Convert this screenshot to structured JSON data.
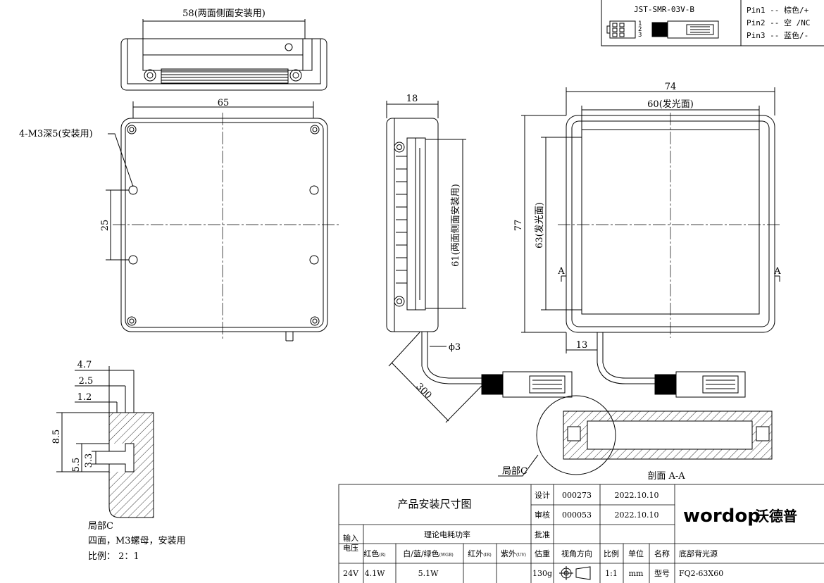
{
  "connector": {
    "model": "JST-SMR-03V-B",
    "pin_numbers": [
      "1",
      "2",
      "3"
    ],
    "pins": [
      "Pin1 -- 棕色/+",
      "Pin2 -- 空 /NC",
      "Pin3 -- 蓝色/-"
    ]
  },
  "dimensions": {
    "top_width": "58(两面侧面安装用)",
    "front_width": "65",
    "hole_spacing": "25",
    "mount_holes": "4-M3深5(安装用)",
    "side_thickness": "18",
    "side_length": "61(两面侧面安装用)",
    "cable_dia": "ϕ3",
    "cable_length": "300",
    "back_width": "74",
    "emit_width": "60(发光面)",
    "back_height": "77",
    "emit_height": "63(发光面)",
    "cable_offset": "13",
    "section_mark": "A",
    "detail_c": [
      "4.7",
      "2.5",
      "1.2",
      "8.5",
      "5.5",
      "3.3"
    ]
  },
  "labels": {
    "detail_label": "局部C",
    "section_label": "剖面 A-A",
    "notes": [
      "局部C",
      "四面，M3螺母，安装用",
      "比例： 2：1"
    ]
  },
  "title_block": {
    "title": "产品安装尺寸图",
    "design_label": "设计",
    "design_no": "000273",
    "design_date": "2022.10.10",
    "review_label": "审核",
    "review_no": "000053",
    "review_date": "2022.10.10",
    "approve_label": "批准",
    "input_label_1": "输入",
    "input_label_2": "电压",
    "power_header": "理论电耗功率",
    "col_red": "红色",
    "col_red_sub": "(R)",
    "col_white": "白/蓝/绿色",
    "col_white_sub": "(WGB)",
    "col_ir": "红外",
    "col_ir_sub": "(IR)",
    "col_uv": "紫外",
    "col_uv_sub": "(UV)",
    "weight_label": "估重",
    "view_label": "视角方向",
    "scale_label": "比例",
    "unit_label": "单位",
    "name_label": "名称",
    "name_value": "底部背光源",
    "voltage": "24V",
    "red_power": "4.1W",
    "white_power": "5.1W",
    "weight": "130g",
    "scale": "1:1",
    "unit": "mm",
    "model_label": "型号",
    "model_value": "FQ2-63X60",
    "logo_latin": "wordop",
    "logo_cn": "沃德普"
  }
}
